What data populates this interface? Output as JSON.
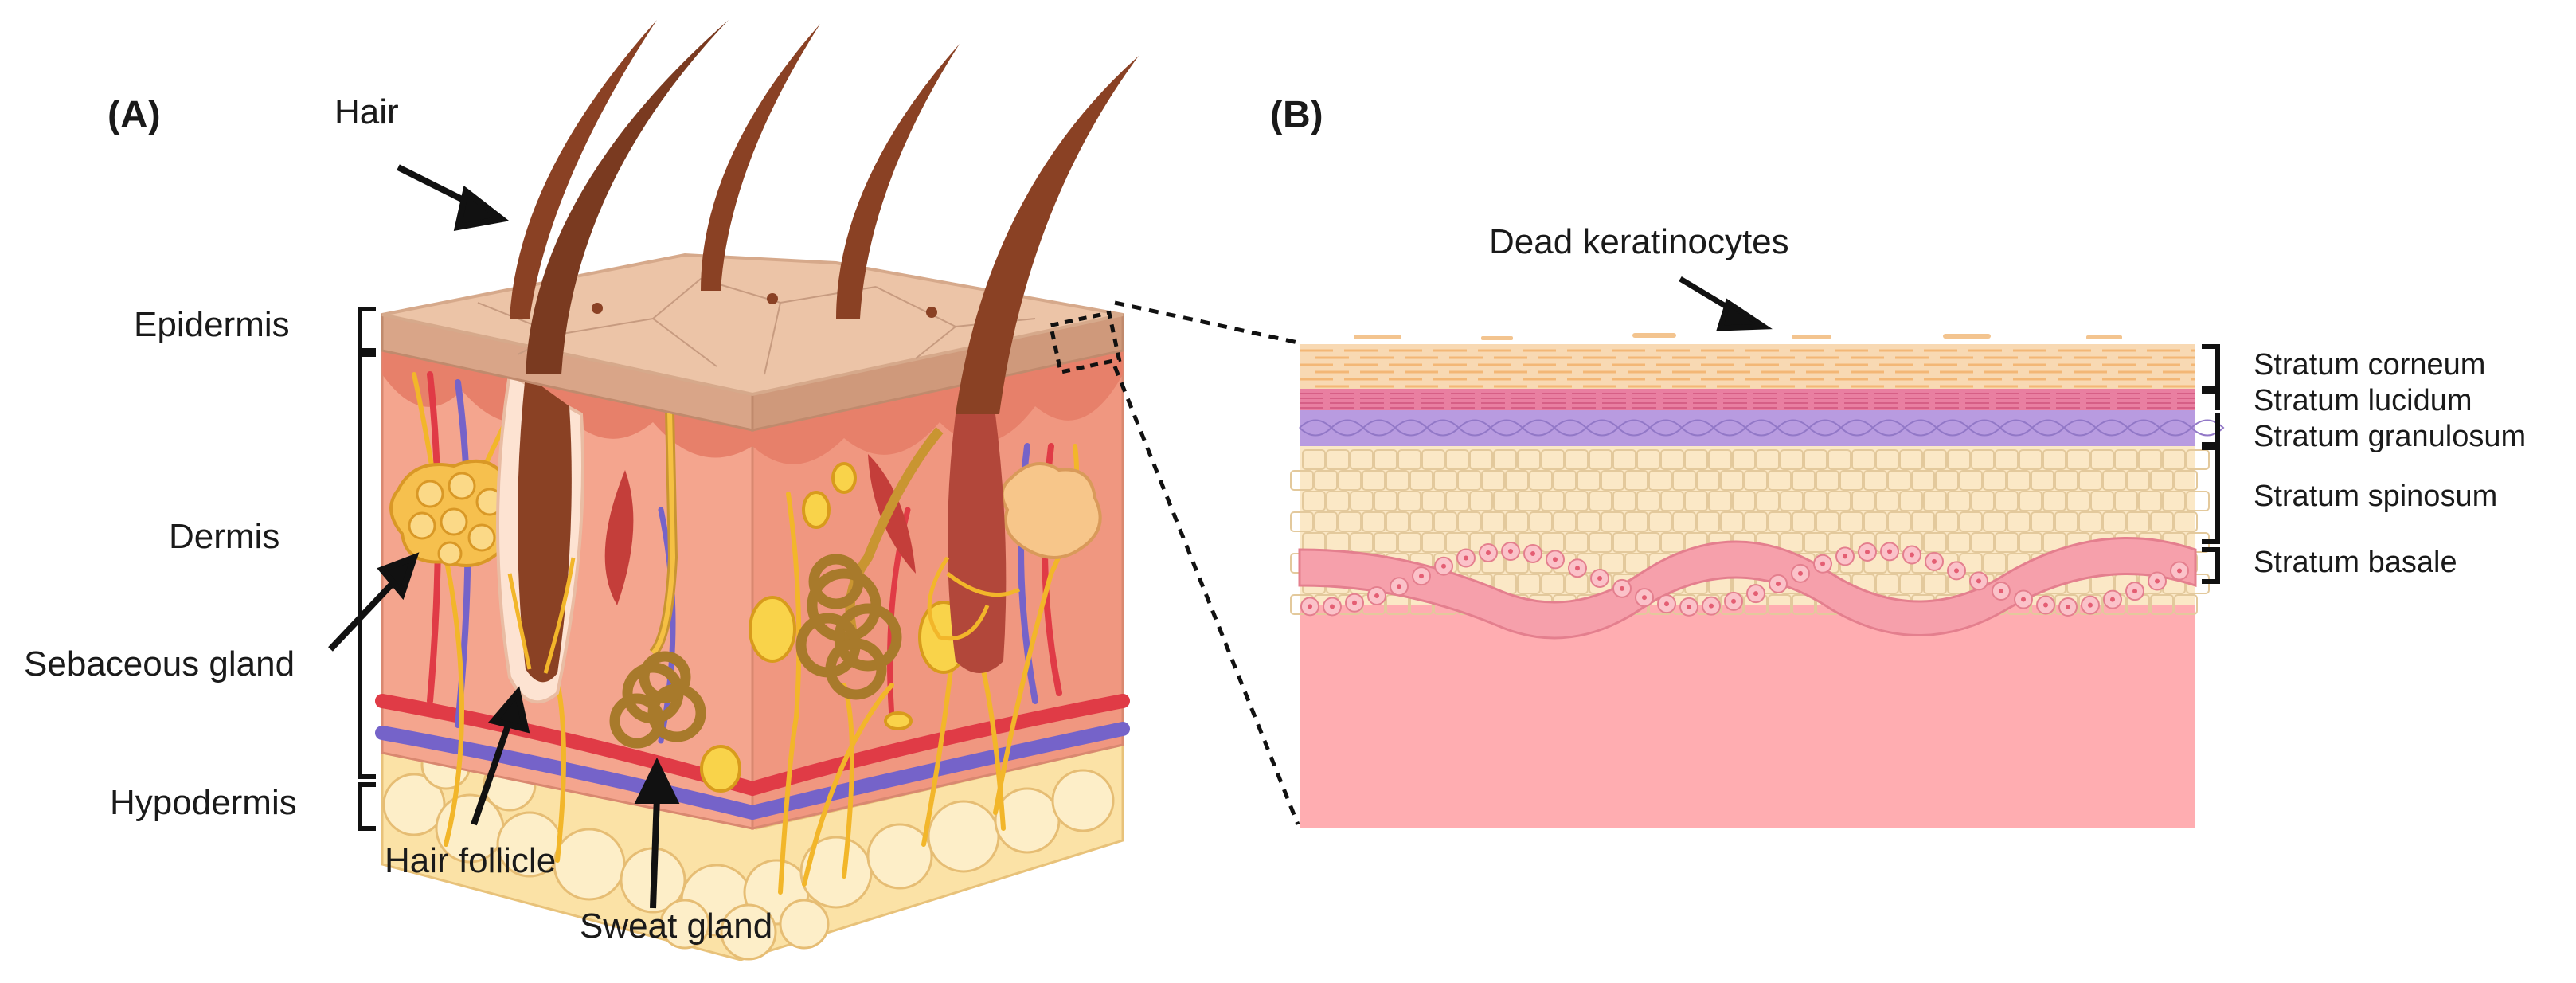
{
  "panel_a": {
    "panel_label": "(A)",
    "labels": {
      "hair": "Hair",
      "epidermis": "Epidermis",
      "dermis": "Dermis",
      "sebaceous_gland": "Sebaceous gland",
      "hypodermis": "Hypodermis",
      "hair_follicle": "Hair follicle",
      "sweat_gland": "Sweat gland"
    }
  },
  "panel_b": {
    "panel_label": "(B)",
    "top_label": "Dead keratinocytes",
    "layers": [
      "Stratum corneum",
      "Stratum lucidum",
      "Stratum granulosum",
      "Stratum spinosum",
      "Stratum basale"
    ]
  },
  "colors": {
    "epidermis_top": "#ecc4a7",
    "epidermis_edge": "#d9a588",
    "dermis": "#f4a58e",
    "dermis_dark": "#e7806a",
    "hypodermis": "#fbe2a6",
    "hair": "#8a4124",
    "nerve": "#f2b62a",
    "artery": "#e03b46",
    "vein": "#7563c9",
    "corneum": "#f8d9b3",
    "lucidum": "#e97fa1",
    "granulosum": "#b89be0",
    "spinosum": "#fbe8c6",
    "basale": "#f6a0ab",
    "deep_dermis": "#ffadb1"
  }
}
